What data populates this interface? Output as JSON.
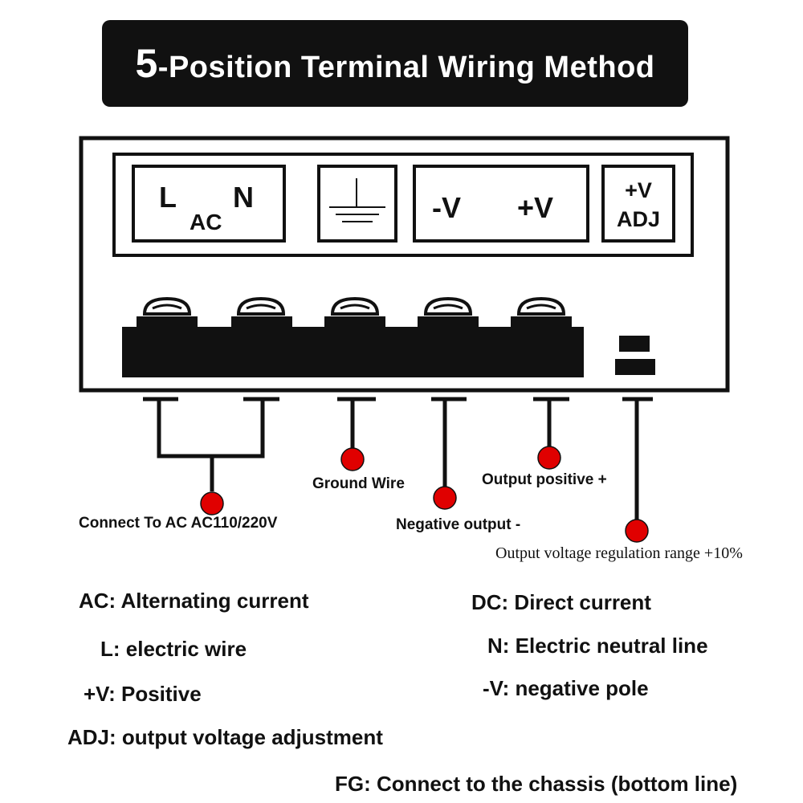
{
  "title": {
    "number": "5",
    "rest": "-Position Terminal Wiring Method"
  },
  "panel": {
    "ac_box": {
      "l": "L",
      "ac": "AC",
      "n": "N"
    },
    "dc_box": {
      "neg": "-V",
      "pos": "+V"
    },
    "adj_box": {
      "top": "+V",
      "bottom": "ADJ"
    }
  },
  "labels": {
    "ac_input": "Connect To AC AC110/220V",
    "ground": "Ground Wire",
    "negative": "Negative output -",
    "positive": "Output positive +",
    "regulation": "Output voltage regulation range +10%"
  },
  "legend": {
    "ac": "AC: Alternating current",
    "dc": "DC: Direct current",
    "l": "L: electric wire",
    "n": "N: Electric neutral line",
    "pos": "+V: Positive",
    "neg": "-V: negative pole",
    "adj": "ADJ: output voltage adjustment",
    "fg": "FG: Connect to the chassis (bottom line)"
  },
  "colors": {
    "ink": "#111111",
    "dot": "#e00000",
    "background": "#ffffff"
  }
}
